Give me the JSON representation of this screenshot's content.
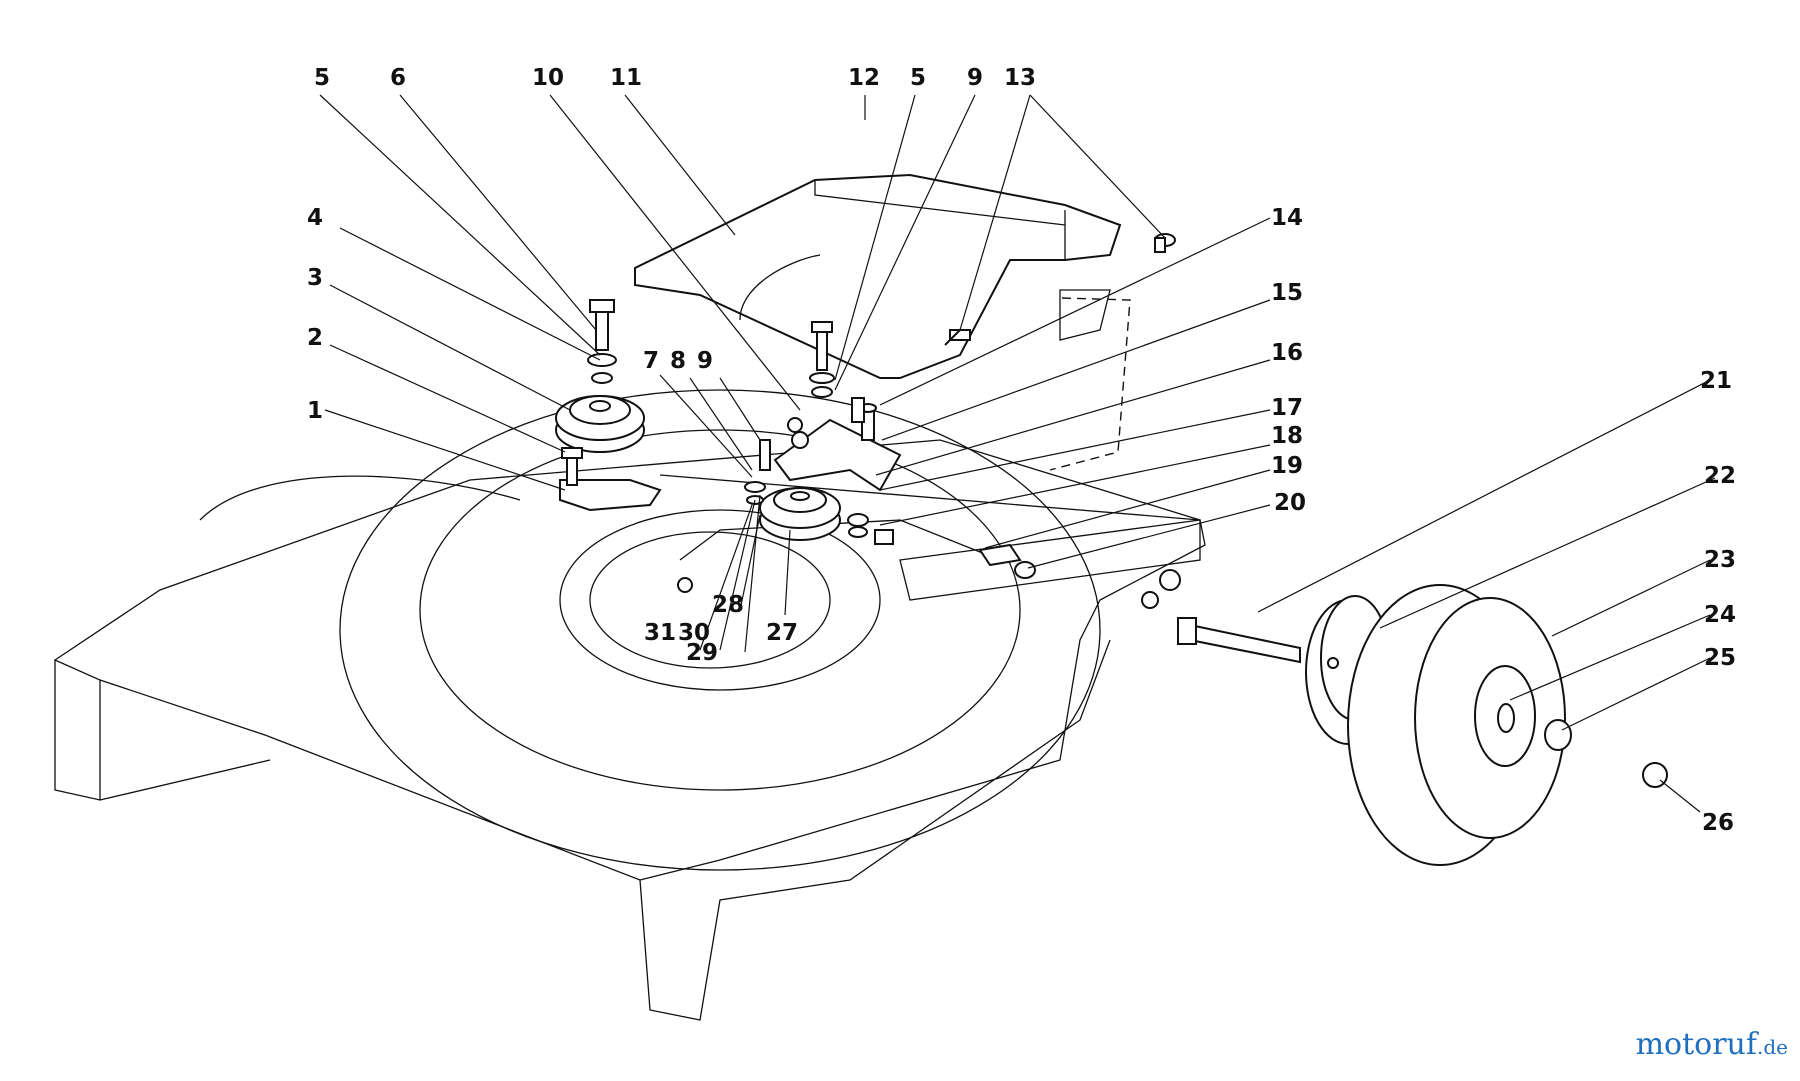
{
  "callouts": [
    "1",
    "2",
    "3",
    "4",
    "5",
    "6",
    "7",
    "8",
    "9",
    "10",
    "11",
    "12",
    "5",
    "9",
    "13",
    "14",
    "15",
    "16",
    "17",
    "18",
    "19",
    "20",
    "21",
    "22",
    "23",
    "24",
    "25",
    "26",
    "27",
    "28",
    "29",
    "30",
    "31"
  ],
  "watermark": {
    "main": "motoruf",
    "suffix": ".de",
    "color_main": "#1f6fbf",
    "color_dot": "#e23a2e"
  }
}
